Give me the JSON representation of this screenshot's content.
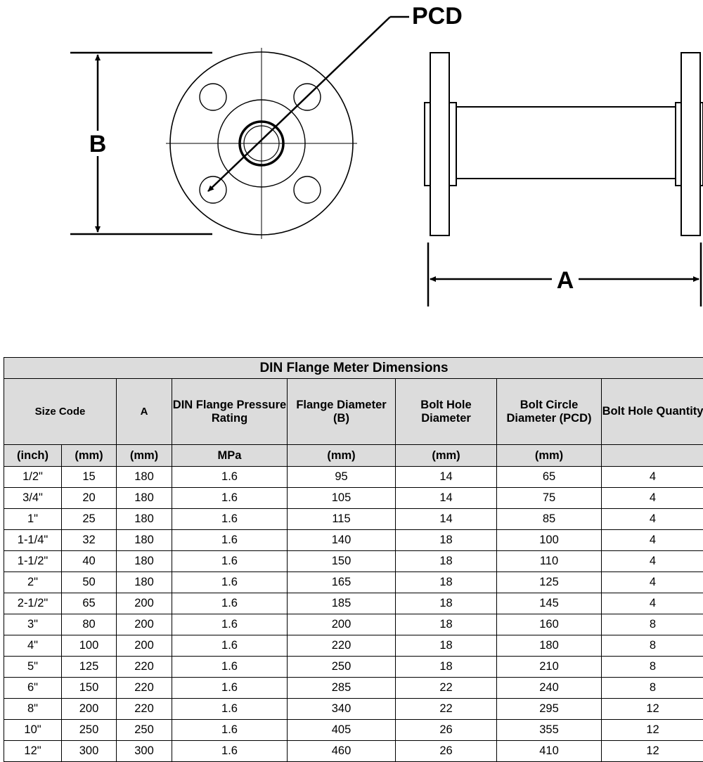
{
  "diagram": {
    "labels": {
      "pcd": "PCD",
      "b": "B",
      "a": "A"
    }
  },
  "table": {
    "title": "DIN Flange Meter Dimensions",
    "headers": {
      "size_code": "Size Code",
      "a": "A",
      "pressure": "DIN Flange Pressure Rating",
      "flange_diameter": "Flange Diameter (B)",
      "bolt_hole_diameter": "Bolt Hole Diameter",
      "bolt_circle_diameter": "Bolt Circle Diameter (PCD)",
      "bolt_hole_quantity": "Bolt Hole Quantity"
    },
    "units": [
      "(inch)",
      "(mm)",
      "(mm)",
      "MPa",
      "(mm)",
      "(mm)",
      "(mm)",
      ""
    ],
    "rows": [
      [
        "1/2\"",
        "15",
        "180",
        "1.6",
        "95",
        "14",
        "65",
        "4"
      ],
      [
        "3/4\"",
        "20",
        "180",
        "1.6",
        "105",
        "14",
        "75",
        "4"
      ],
      [
        "1\"",
        "25",
        "180",
        "1.6",
        "115",
        "14",
        "85",
        "4"
      ],
      [
        "1-1/4\"",
        "32",
        "180",
        "1.6",
        "140",
        "18",
        "100",
        "4"
      ],
      [
        "1-1/2\"",
        "40",
        "180",
        "1.6",
        "150",
        "18",
        "110",
        "4"
      ],
      [
        "2\"",
        "50",
        "180",
        "1.6",
        "165",
        "18",
        "125",
        "4"
      ],
      [
        "2-1/2\"",
        "65",
        "200",
        "1.6",
        "185",
        "18",
        "145",
        "4"
      ],
      [
        "3\"",
        "80",
        "200",
        "1.6",
        "200",
        "18",
        "160",
        "8"
      ],
      [
        "4\"",
        "100",
        "200",
        "1.6",
        "220",
        "18",
        "180",
        "8"
      ],
      [
        "5\"",
        "125",
        "220",
        "1.6",
        "250",
        "18",
        "210",
        "8"
      ],
      [
        "6\"",
        "150",
        "220",
        "1.6",
        "285",
        "22",
        "240",
        "8"
      ],
      [
        "8\"",
        "200",
        "220",
        "1.6",
        "340",
        "22",
        "295",
        "12"
      ],
      [
        "10\"",
        "250",
        "250",
        "1.6",
        "405",
        "26",
        "355",
        "12"
      ],
      [
        "12\"",
        "300",
        "300",
        "1.6",
        "460",
        "26",
        "410",
        "12"
      ]
    ]
  }
}
